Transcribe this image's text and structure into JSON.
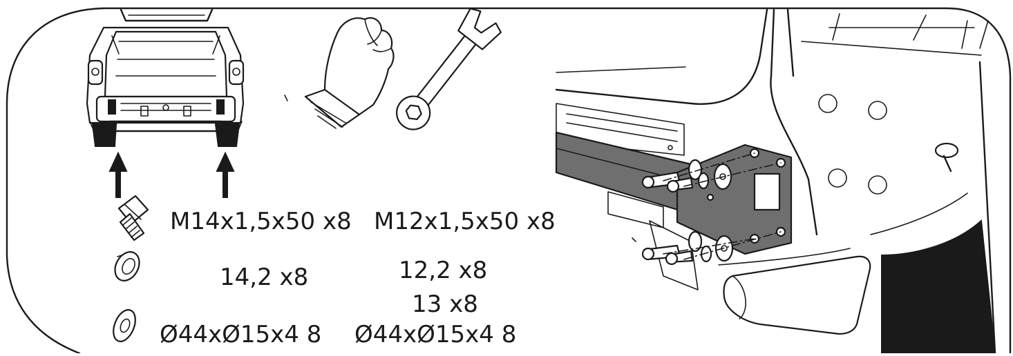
{
  "labels": {
    "bolt_m14": "M14x1,5x50  x8",
    "bolt_m12": "M12x1,5x50  x8",
    "spring_washer_14": "14,2  x8",
    "spring_washer_12": "12,2  x8",
    "nut_13": "13  x8",
    "flat_washer_left": "Ø44xØ15x4  8",
    "flat_washer_right": "Ø44xØ15x4  8"
  },
  "colors": {
    "line": "#1a1a1a",
    "bracket_fill": "#6f6f6f",
    "background": "#ffffff"
  },
  "icons": [
    "car-rear-icon",
    "glove-icon",
    "wrench-icon",
    "bolt-icon",
    "spring-washer-icon",
    "flat-washer-icon",
    "towbar-assembly-illustration"
  ]
}
